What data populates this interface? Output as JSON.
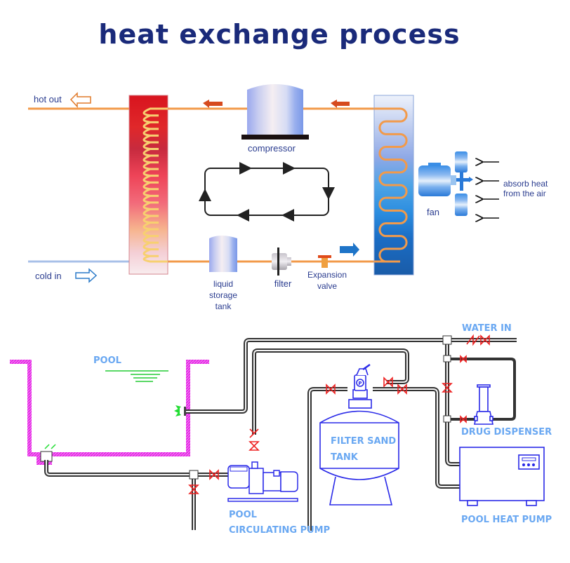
{
  "title": "heat exchange process",
  "top_diagram": {
    "hot_out": "hot out",
    "cold_in": "cold in",
    "compressor": "compressor",
    "liquid_storage_tank": [
      "liquid",
      "storage",
      "tank"
    ],
    "filter": "filter",
    "expansion_valve": [
      "Expansion",
      "valve"
    ],
    "fan": "fan",
    "absorb_heat": [
      "absorb heat",
      "from the air"
    ],
    "colors": {
      "refrigerant_pipe": "#f29a4a",
      "flow_arrow": "#d64a1e",
      "cold_arrow": "#1e74c8",
      "condenser_top": "#d8141e",
      "evaporator_bottom": "#1a64b4",
      "cycle_arrow": "#222222"
    }
  },
  "bottom_diagram": {
    "pool": "POOL",
    "water_in": "WATER IN",
    "filter_sand_tank": [
      "FILTER SAND",
      "TANK"
    ],
    "drug_dispenser": "DRUG DISPENSER",
    "pool_heat_pump": "POOL HEAT PUMP",
    "pool_circulating_pump": [
      "POOL",
      "CIRCULATING PUMP"
    ],
    "valve_marker": "P",
    "colors": {
      "pool_wall": "#e81ee8",
      "water_line": "#22cc33",
      "equipment": "#2a2ae8",
      "valve": "#ee2222",
      "label": "#6aa8f2",
      "pipe": "#444444"
    }
  }
}
